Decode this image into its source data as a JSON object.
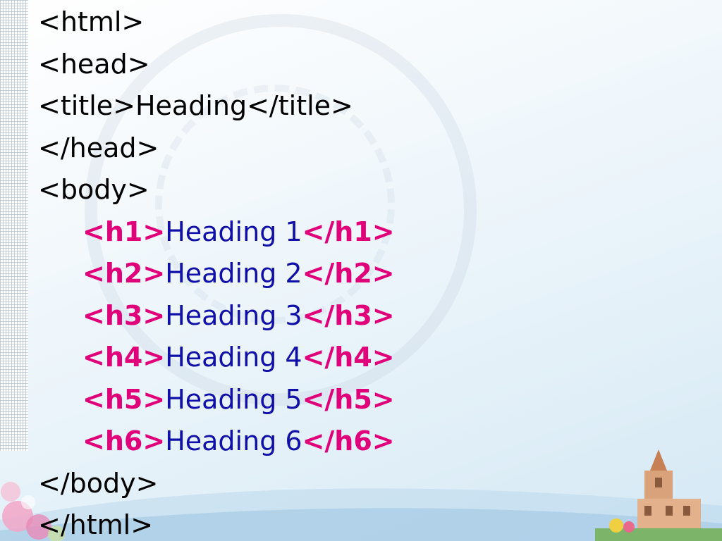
{
  "lines": {
    "html_open": "<html>",
    "head_open": "<head>",
    "title_line": "<title>Heading</title>",
    "head_close": "</head>",
    "body_open": "<body>",
    "body_close": "</body>",
    "html_close": "</html>"
  },
  "headings": [
    {
      "open": "<h1>",
      "text": "Heading 1",
      "close": "</h1>"
    },
    {
      "open": "<h2>",
      "text": "Heading 2",
      "close": "</h2>"
    },
    {
      "open": "<h3>",
      "text": "Heading 3",
      "close": "</h3>"
    },
    {
      "open": "<h4>",
      "text": "Heading 4",
      "close": "</h4>"
    },
    {
      "open": "<h5>",
      "text": "Heading 5",
      "close": "</h5>"
    },
    {
      "open": "<h6>",
      "text": "Heading 6",
      "close": "</h6>"
    }
  ],
  "colors": {
    "tag_highlight": "#e0007a",
    "content_text": "#1010a8",
    "plain_text": "#000000"
  }
}
